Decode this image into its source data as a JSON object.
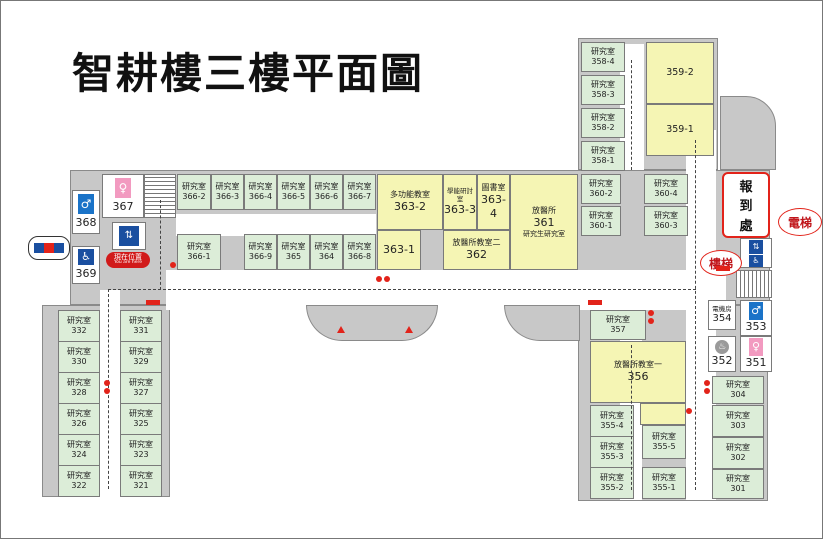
{
  "title": "智耕樓三樓平面圖",
  "label_research": "研究室",
  "rooms": {
    "358-4": "358-4",
    "358-3": "358-3",
    "358-2": "358-2",
    "358-1": "358-1",
    "359-2": "359-2",
    "359-1": "359-1",
    "360-2": "360-2",
    "360-4": "360-4",
    "360-1": "360-1",
    "360-3": "360-3",
    "366-2": "366-2",
    "366-3": "366-3",
    "366-4": "366-4",
    "366-5": "366-5",
    "366-6": "366-6",
    "366-7": "366-7",
    "366-1": "366-1",
    "366-9": "366-9",
    "365": "365",
    "364": "364",
    "366-8": "366-8",
    "363-2": "363-2",
    "363-3": "363-3",
    "363-4": "363-4",
    "361": "361",
    "363-1": "363-1",
    "362": "362",
    "367": "367",
    "368": "368",
    "369": "369",
    "332": "332",
    "331": "331",
    "330": "330",
    "329": "329",
    "328": "328",
    "327": "327",
    "326": "326",
    "325": "325",
    "324": "324",
    "323": "323",
    "322": "322",
    "321": "321",
    "357": "357",
    "356": "356",
    "355-4": "355-4",
    "355-5": "355-5",
    "355-3": "355-3",
    "355-2": "355-2",
    "355-1": "355-1",
    "354": "354",
    "353": "353",
    "352": "352",
    "351": "351",
    "304": "304",
    "303": "303",
    "302": "302",
    "301": "301"
  },
  "labels": {
    "multi": "多功能教室",
    "learning": "學能研討室",
    "library": "圖書室",
    "institute": "放醫所",
    "grad": "研究生研究室",
    "classroom2": "放醫所教室二",
    "classroom1": "放醫所教室一",
    "elec_room": "電機房"
  },
  "reception": [
    "報",
    "到",
    "處"
  ],
  "callouts": {
    "elevator": "電梯",
    "stairs": "樓梯"
  },
  "here": {
    "zh": "現在位置",
    "en": "You are here"
  },
  "colors": {
    "accent": "#e2231a",
    "room_green": "#dcedd8",
    "room_yellow": "#f5f5b4",
    "wall": "#c8c8c8",
    "male": "#1a73c8",
    "female": "#f29ac0",
    "accessible": "#1a4fa0"
  },
  "icons": [
    "male-restroom-icon",
    "female-restroom-icon",
    "accessible-icon",
    "elevator-icon",
    "stairs-icon",
    "water-icon"
  ]
}
